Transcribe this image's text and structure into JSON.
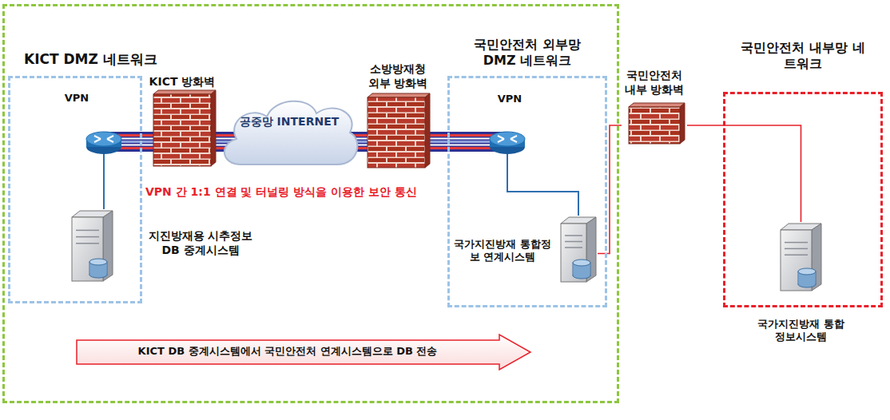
{
  "diagram": {
    "nodes": [
      {
        "text": [
          "KICT DMZ 네트워크"
        ]
      },
      {
        "text": [
          "VPN"
        ],
        "in": 0
      },
      {
        "text": [
          "지진방재용 시추정보 DB 중계시스템"
        ],
        "in": 1
      },
      {
        "text": [
          "KICT 방화벽"
        ],
        "in": 0
      },
      {
        "text": [
          "공중망 INTERNET"
        ],
        "in": 0
      },
      {
        "text": [
          "소방방재청 외부 방화벽"
        ],
        "in": 0
      },
      {
        "text": [
          "국민안전처 외부망 DMZ 네트워크",
          "VPN"
        ],
        "in": 0
      },
      {
        "text": [
          "국가지진방재 통합정보 연계시스템"
        ],
        "in": 6
      },
      {
        "text": [
          "국민안전처 내부 방화벽"
        ]
      },
      {
        "text": [
          "국민안전처 내부망 네트워크"
        ]
      },
      {
        "text": [
          "국가지진방재 통합정보시스템"
        ],
        "in": 9
      },
      {
        "text": [
          "KICT DB 중계시스템에서 국민안전처 연계시스템으로 DB 전송"
        ],
        "in": 0
      }
    ],
    "edges": [
      {
        "from": 7,
        "to": 8,
        "arrow": "none"
      },
      {
        "from": 8,
        "to": 10,
        "arrow": "none"
      }
    ],
    "labels": [
      "VPN 간 1:1 연결 및 터널링 방식을 이용한 보안 통신"
    ]
  }
}
